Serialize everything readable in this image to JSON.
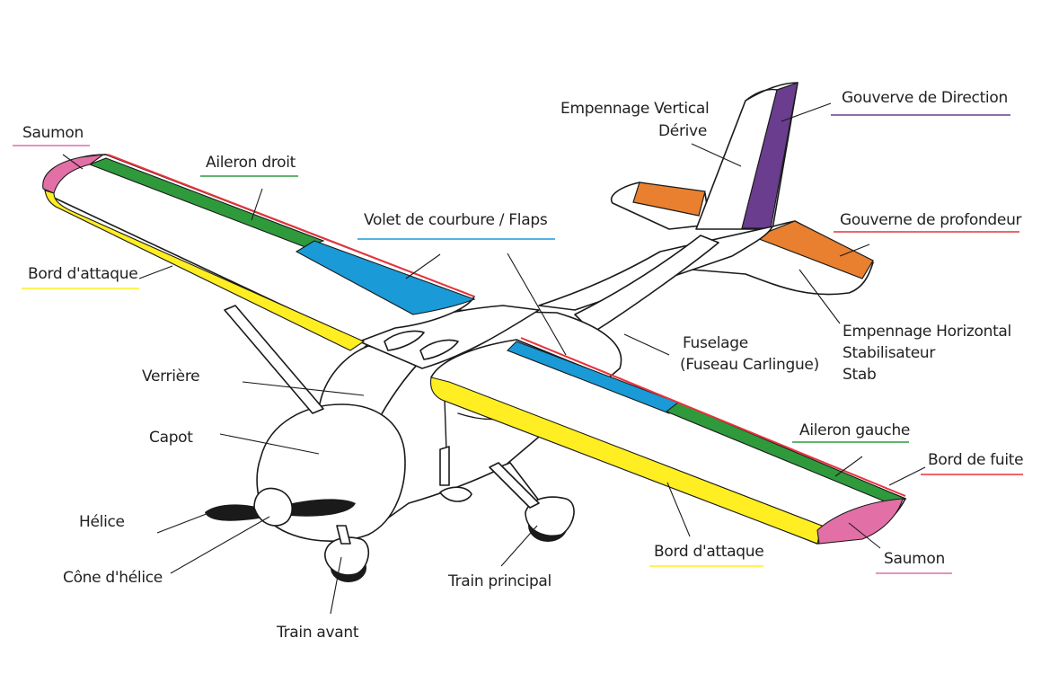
{
  "colors": {
    "saumon": "#e26fa5",
    "aileron": "#2f9a3c",
    "leading_edge": "#ffee22",
    "flaps": "#1a9ad6",
    "rudder": "#6a3d8f",
    "elevator": "#e8802f",
    "trailing_edge": "#e8323c",
    "outline": "#1a1a1a"
  },
  "labels": {
    "saumon_left": "Saumon",
    "aileron_droit": "Aileron droit",
    "volet": "Volet de courbure / Flaps",
    "bord_attaque_left": "Bord d'attaque",
    "empennage_vertical_1": "Empennage Vertical",
    "empennage_vertical_2": "Dérive",
    "gouverne_direction": "Gouverve de Direction",
    "gouverne_profondeur": "Gouverne de profondeur",
    "empennage_horizontal_1": "Empennage Horizontal",
    "empennage_horizontal_2": "Stabilisateur",
    "empennage_horizontal_3": "Stab",
    "fuselage_1": "Fuselage",
    "fuselage_2": "(Fuseau Carlingue)",
    "verriere": "Verrière",
    "capot": "Capot",
    "helice": "Hélice",
    "cone_helice": "Cône d'hélice",
    "train_avant": "Train avant",
    "train_principal": "Train principal",
    "aileron_gauche": "Aileron gauche",
    "bord_fuite": "Bord de fuite",
    "bord_attaque_right": "Bord d'attaque",
    "saumon_right": "Saumon"
  }
}
